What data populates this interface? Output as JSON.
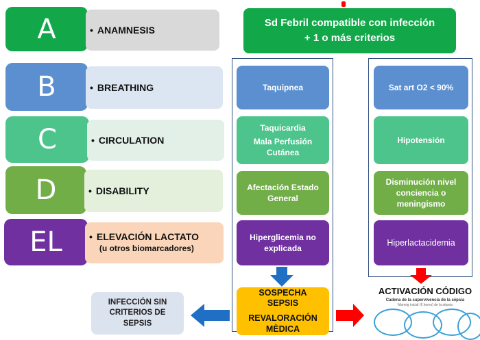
{
  "rows": [
    {
      "letter": "A",
      "label": "ANAMNESIS",
      "color": "#12a84a",
      "bg": "#d9d9d9"
    },
    {
      "letter": "B",
      "label": "BREATHING",
      "color": "#5b8fd0",
      "bg": "#dce6f2"
    },
    {
      "letter": "C",
      "label": "CIRCULATION",
      "color": "#4cc48c",
      "bg": "#e2f0e8"
    },
    {
      "letter": "D",
      "label": "DISABILITY",
      "color": "#72ae48",
      "bg": "#e4f0db"
    },
    {
      "letter": "EL",
      "label": "ELEVACIÓN LACTATO",
      "label_sub": "(u otros biomarcadores)",
      "color": "#7030a0",
      "bg": "#fbd5b9"
    }
  ],
  "header": {
    "line1": "Sd Febril compatible con infección",
    "line2": "+ 1 o más criterios",
    "color": "#12a84a"
  },
  "sepsis_col": [
    {
      "text": "Taquipnea",
      "color": "#5b8fd0"
    },
    {
      "text": "Taquicardia",
      "text2": "Mala Perfusión Cutánea",
      "color": "#4cc48c"
    },
    {
      "text": "Afectación Estado General",
      "color": "#72ae48"
    },
    {
      "text": "Hiperglicemia no explicada",
      "color": "#7030a0"
    }
  ],
  "shock_col": [
    {
      "text": "Sat art O2 < 90%",
      "color": "#5b8fd0"
    },
    {
      "text": "Hipotensión",
      "color": "#4cc48c"
    },
    {
      "text": "Disminución nivel conciencia o meningismo",
      "color": "#72ae48"
    },
    {
      "text": "Hiperlactacidemia",
      "color": "#7030a0"
    }
  ],
  "sospecha": {
    "line1": "SOSPECHA",
    "line2": "SEPSIS",
    "line3": "REVALORACIÓN",
    "line4": "MÈDICA",
    "color": "#ffc000"
  },
  "no_sepsis": {
    "text": "INFECCIÓN SIN CRITERIOS DE SEPSIS",
    "bg": "#dbe3ee"
  },
  "activacion": {
    "title": "ACTIVACIÓN CÓDIGO",
    "subtitle": "Cadena de la supervivencia de la sèpsia",
    "subtitle2": "Maneig inicial (6 hores) de la sèpsia"
  },
  "colors": {
    "arrow_blue": "#1f6fc5",
    "arrow_red": "#ff0000"
  }
}
